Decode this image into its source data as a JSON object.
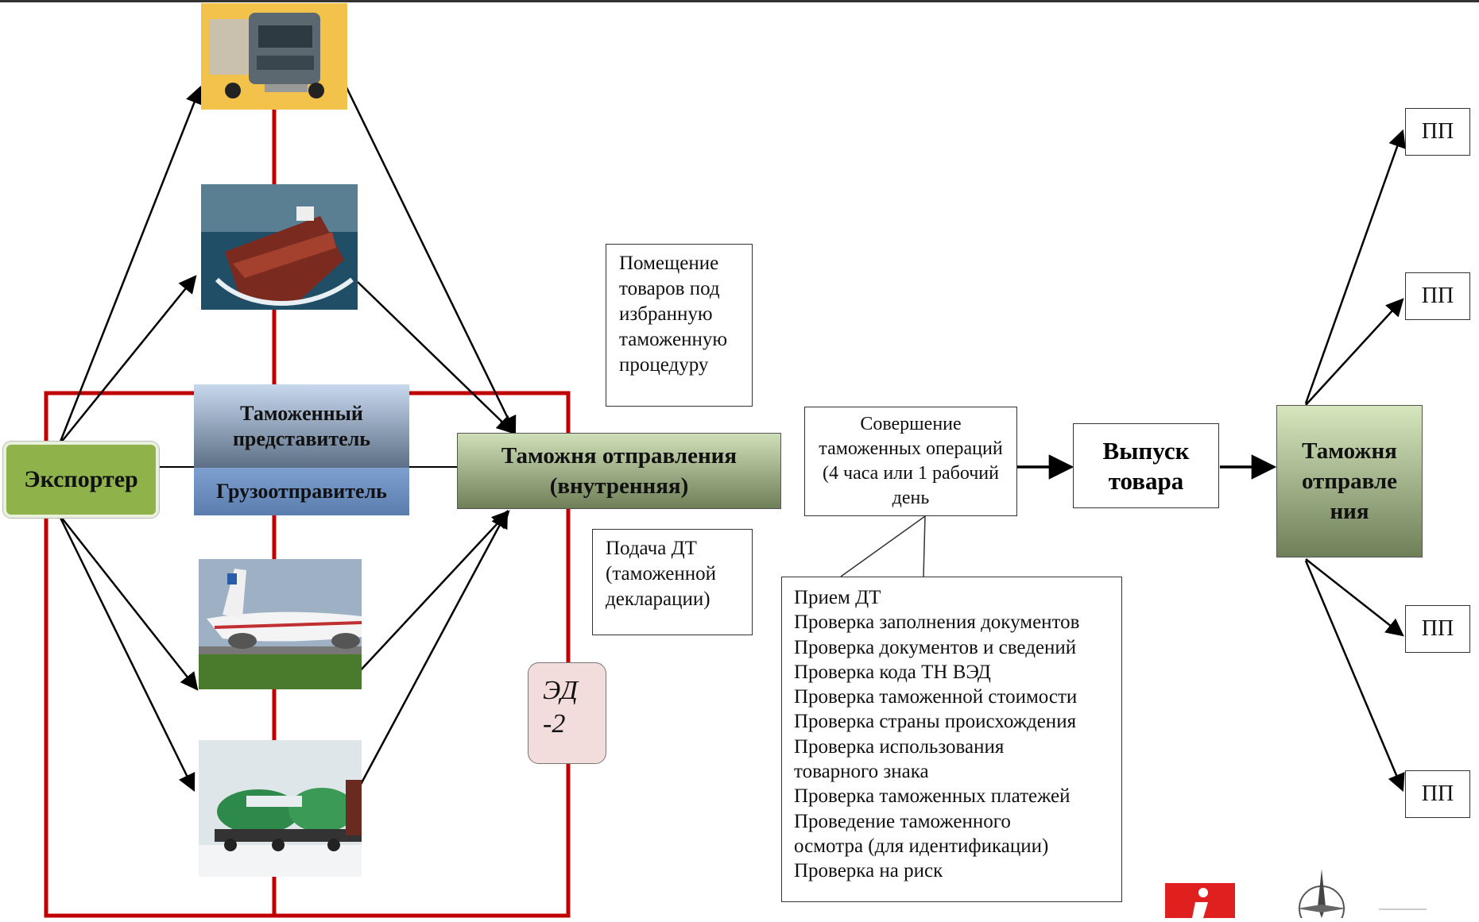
{
  "nodes": {
    "exporter": "Экспортер",
    "customs_rep": "Таможенный представитель",
    "shipper": "Грузоотправитель",
    "customs_departure_internal": "Таможня отправления (внутренняя)",
    "placement_note": "Помещение товаров под избранную таможенную процедуру",
    "declaration_note": "Подача ДТ (таможенной декларации)",
    "ed2": "ЭД -2",
    "operations": "Совершение таможенных операций (4 часа или 1 рабочий день",
    "release": "Выпуск товара",
    "customs_departure": "Таможня отправле ния",
    "pp_1": "ПП",
    "pp_2": "ПП",
    "pp_3": "ПП",
    "pp_4": "ПП"
  },
  "checks": [
    "Прием ДТ",
    "Проверка заполнения документов",
    "Проверка документов и сведений",
    "Проверка кода ТН ВЭД",
    "Проверка таможенной стоимости",
    "Проверка страны происхождения",
    "Проверка использования",
    "товарного знака",
    "Проверка таможенных платежей",
    "Проведение таможенного",
    "осмотра (для идентификации)",
    "Проверка на риск"
  ],
  "transport": [
    "truck",
    "ship",
    "airplane",
    "train"
  ],
  "colors": {
    "red_frame": "#c00000",
    "green_box": "#8fb34a",
    "customs_green": "#a9bf84",
    "blue_box": "#6f8fc0",
    "ed_pink": "#f3dcdc"
  }
}
